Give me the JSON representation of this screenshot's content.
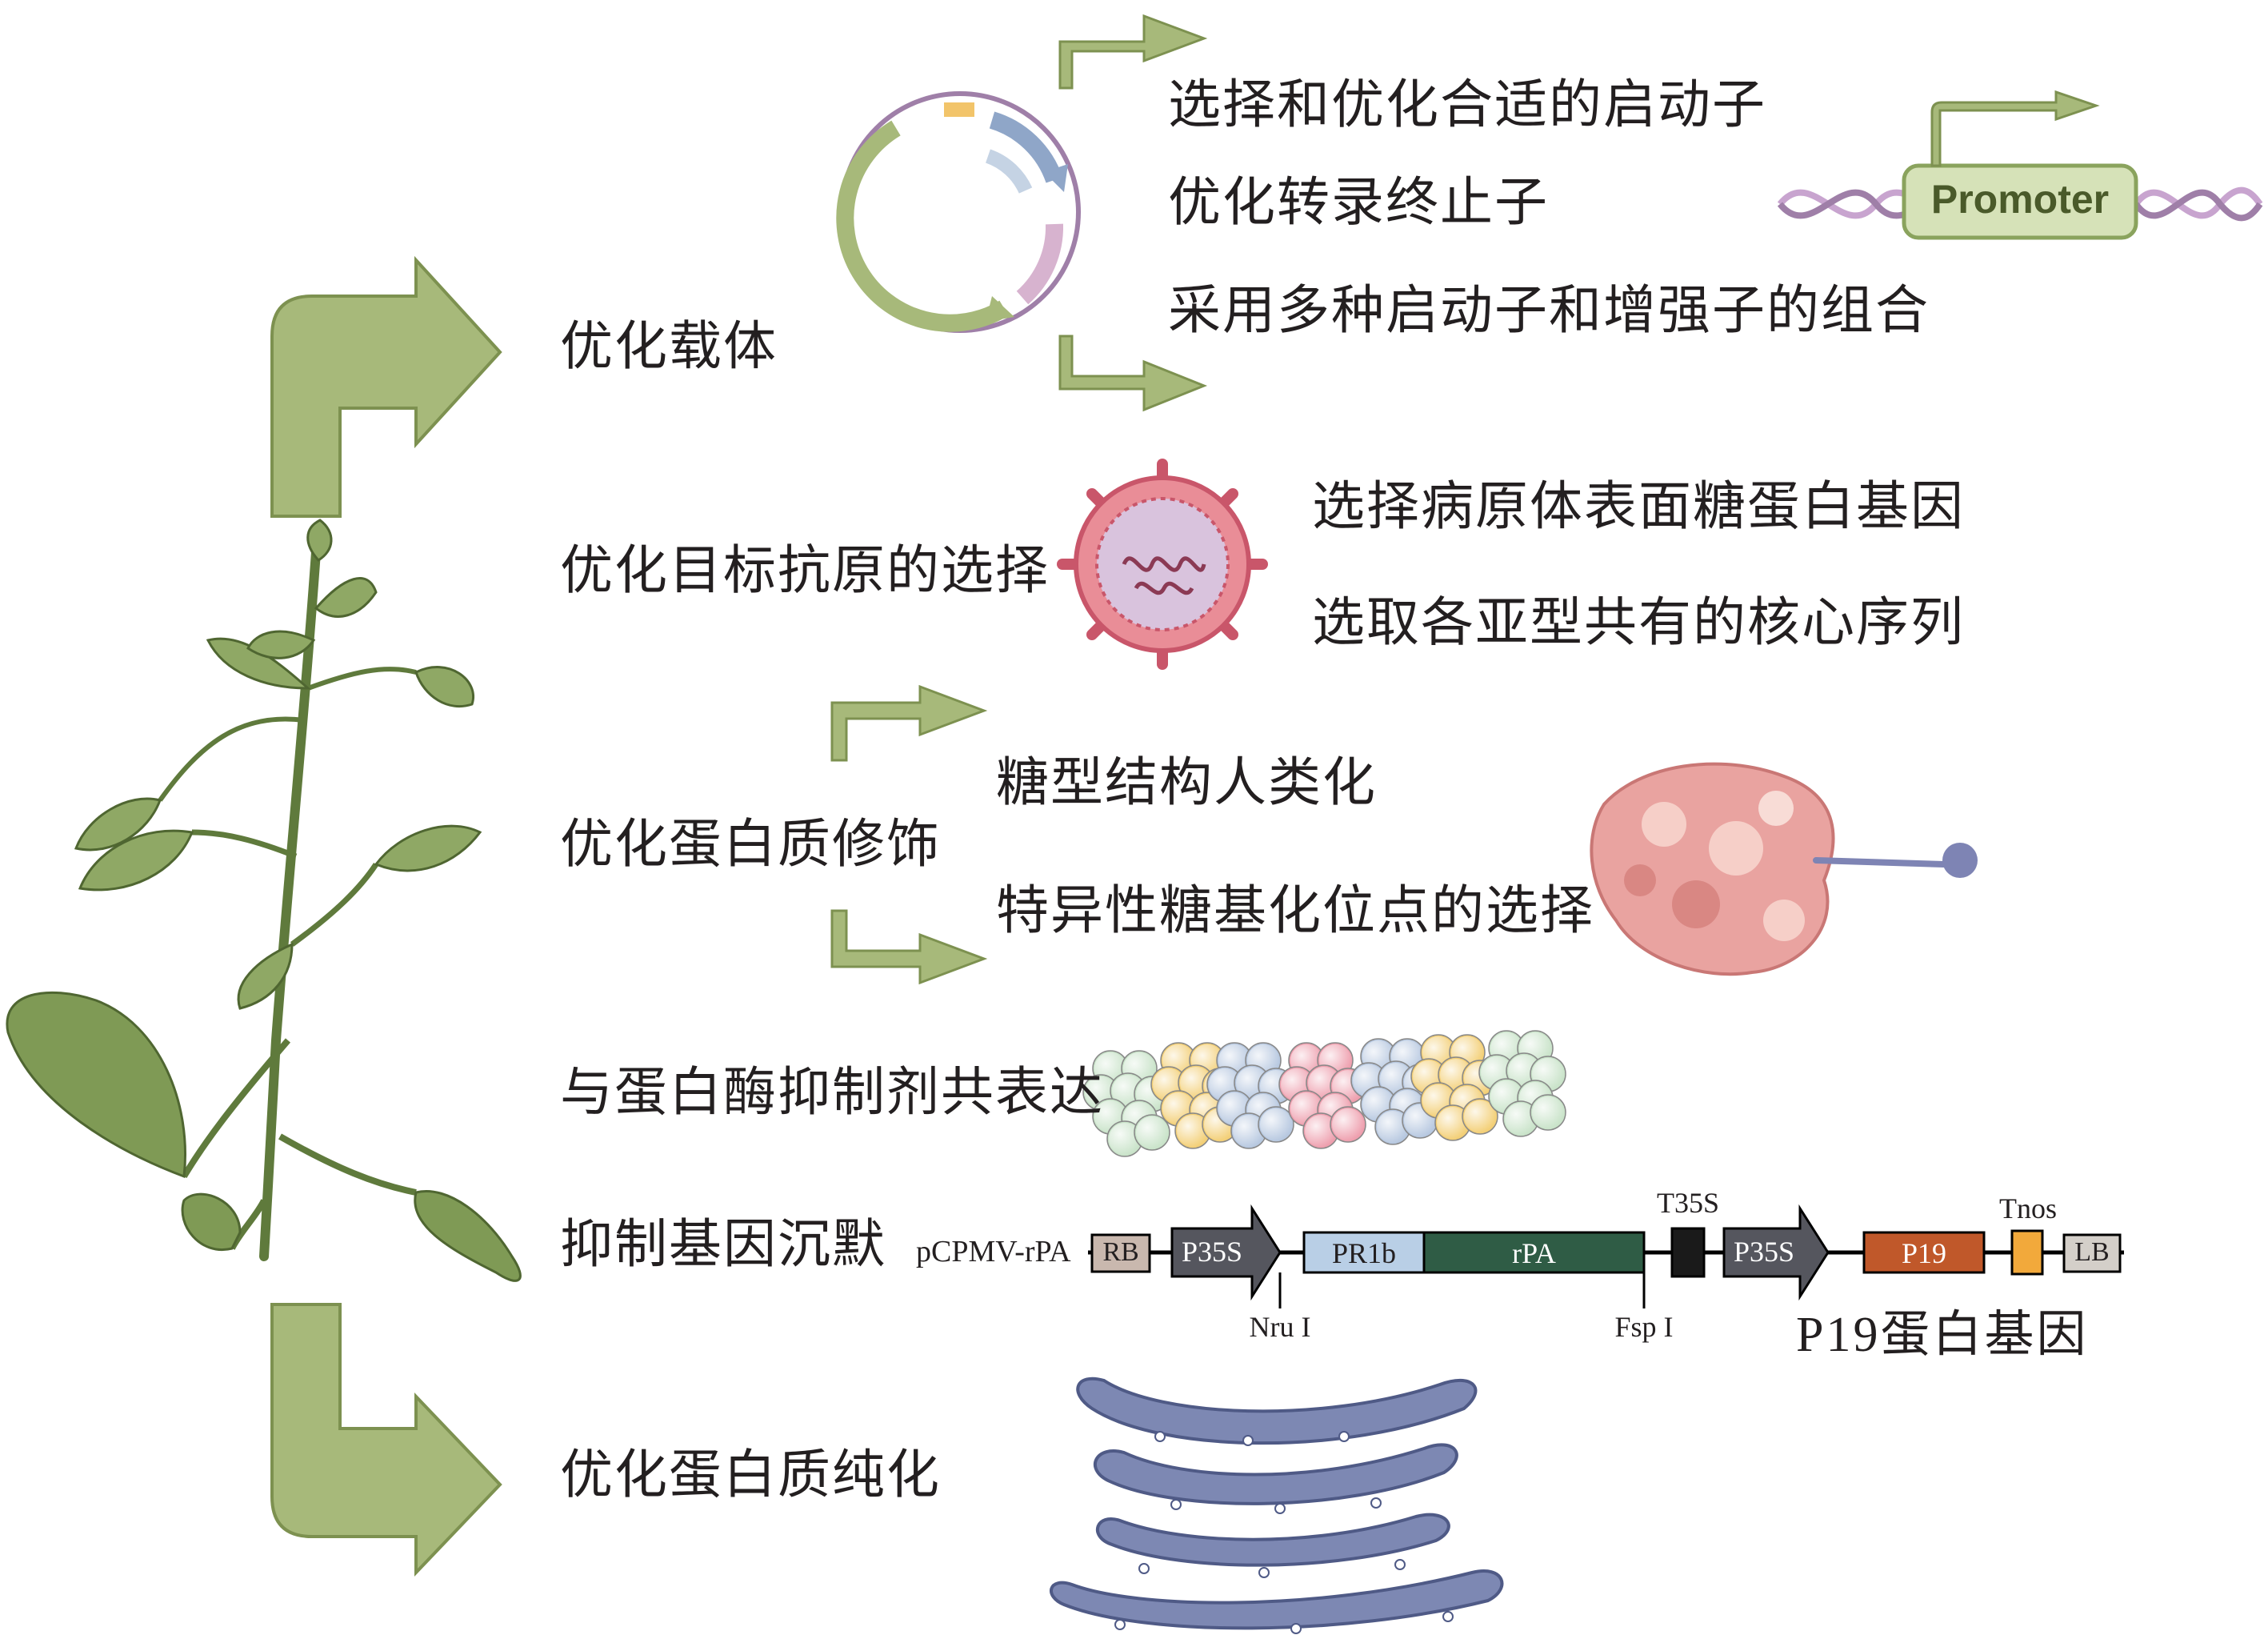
{
  "branches": {
    "vector": {
      "label": "优化载体",
      "sub": [
        "选择和优化合适的启动子",
        "优化转录终止子",
        "采用多种启动子和增强子的组合"
      ],
      "promoter_label": "Promoter"
    },
    "antigen": {
      "label": "优化目标抗原的选择",
      "sub": [
        "选择病原体表面糖蛋白基因",
        "选取各亚型共有的核心序列"
      ]
    },
    "modification": {
      "label": "优化蛋白质修饰",
      "sub": [
        "糖型结构人类化",
        "特异性糖基化位点的选择"
      ]
    },
    "protease": {
      "label": "与蛋白酶抑制剂共表达"
    },
    "silencing": {
      "label": "抑制基因沉默",
      "construct_name": "pCPMV-rPA",
      "elements": {
        "rb": "RB",
        "p35s_1": "P35S",
        "pr1b": "PR1b",
        "rpa": "rPA",
        "t35s": "T35S",
        "p35s_2": "P35S",
        "p19": "P19",
        "tnos": "Tnos",
        "lb": "LB"
      },
      "sites": {
        "nru": "Nru I",
        "fsp": "Fsp I"
      },
      "p19_caption": "P19蛋白基因"
    },
    "purification": {
      "label": "优化蛋白质纯化"
    }
  },
  "colors": {
    "arrow_fill": "#a7b97a",
    "arrow_stroke": "#7d9150",
    "leaf": "#7f9a55",
    "stem": "#5f7a3c",
    "plasmid_ring": "#9f7fa8",
    "virus": "#d9707f",
    "protein": "#e9a3a0",
    "golgi": "#7d88b3",
    "rb_box": "#c9b8ae",
    "arrow_box": "#55565e",
    "pr1b_box": "#b9cfe6",
    "rpa_box": "#2f5c45",
    "t35s_box": "#1a1a1a",
    "p19_box": "#c0582a",
    "tnos_box": "#f2a93b",
    "lb_box": "#d4cfc9"
  }
}
